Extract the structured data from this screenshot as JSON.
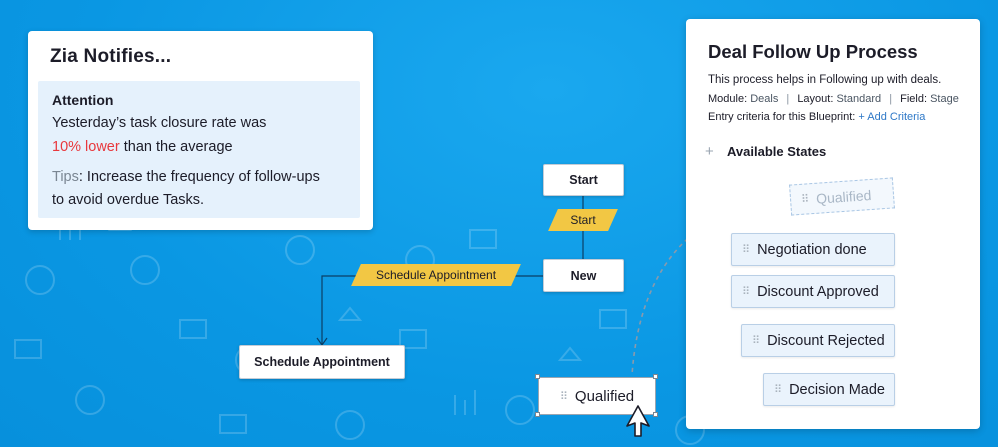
{
  "zia": {
    "title": "Zia Notifies...",
    "attention": "Attention",
    "line1": "Yesterday’s task closure rate was",
    "highlight": "10% lower",
    "line2_rest": " than the average",
    "tips_label": "Tips",
    "tips_text": ": Increase the frequency of follow-ups",
    "tips_text2": "to avoid overdue Tasks."
  },
  "flow": {
    "start_node": "Start",
    "start_transition": "Start",
    "new_node": "New",
    "schedule_transition": "Schedule Appointment",
    "schedule_node": "Schedule Appointment",
    "dragged_node": "Qualified"
  },
  "panel": {
    "title": "Deal Follow Up Process",
    "description": "This process helps in Following up with deals.",
    "module_label": "Module:",
    "module_value": "Deals",
    "layout_label": "Layout:",
    "layout_value": "Standard",
    "field_label": "Field:",
    "field_value": "Stage",
    "entry_label": "Entry criteria for this Blueprint:",
    "entry_link": "+ Add Criteria",
    "available_states": "Available States",
    "ghost_state": "Qualified",
    "states": [
      "Negotiation done",
      "Discount Approved",
      "Discount Rejected",
      "Decision Made"
    ]
  },
  "colors": {
    "background": "#0b9be6",
    "transition": "#f2c744",
    "alert": "#e8383d",
    "link": "#2e78c7",
    "state_fill": "#eaf3fc"
  },
  "icons": [
    "plus-icon",
    "drag-handle-icon",
    "cursor-arrow-icon"
  ]
}
